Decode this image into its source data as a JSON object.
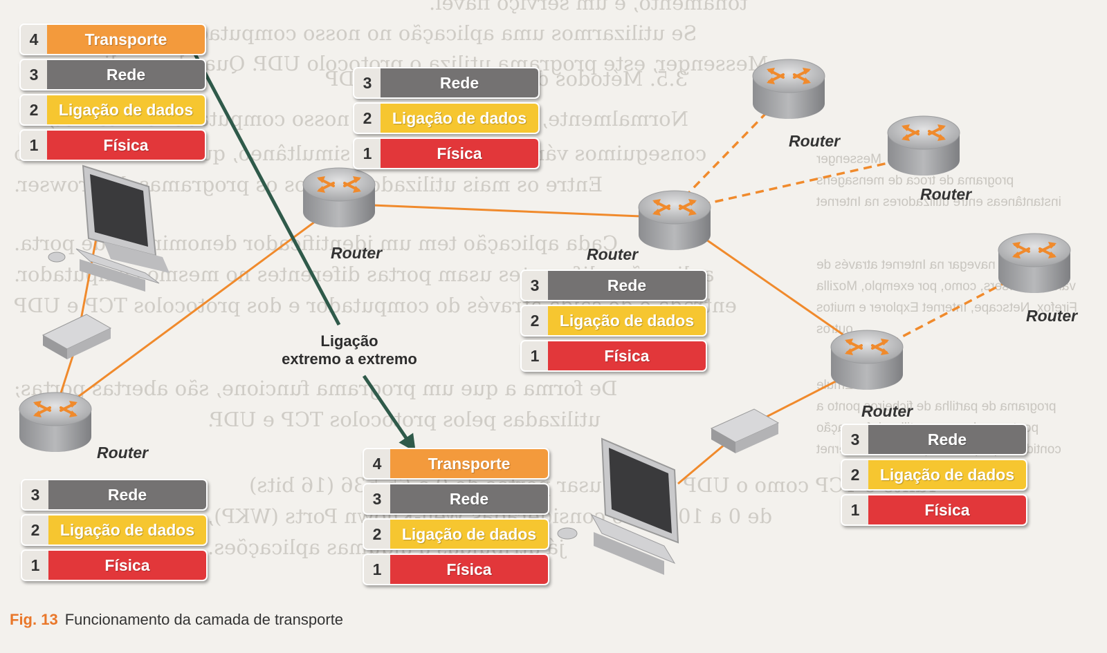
{
  "background_text": [
    "tonamento, é um serviço fiável.",
    "Se utilizarmos uma aplicação no nosso computador do tipo",
    "Messenger, este programa utiliza o protocolo UDP. Quando a apli-",
    "3.5. Métodos de ligação TCP e UDP",
    "Normalmente, quando ligamos o nosso computador à Internet,",
    "conseguimos várias aplicações em simultâneo, que funcionam como",
    "Entre os mais utilizados, temos os programas de browser.",
    "Cada aplicação tem um identificador denominado de porta.",
    "aplicações diferentes usam portas diferentes no mesmo computador.",
    "entrada e de saída através do computador e dos protocolos TCP e UDP",
    "De forma a que um programa funcione, são abertas portas;",
    "utilizadas pelos protocolos TCP e UDP.",
    "Tanto o TCP como o UDP podem usar portas de 0 a 65 536 (16 bits)",
    "de 0 a 1023 são consideradas Well-Known Ports (WKP),",
    "já atribuídas a algumas aplicações."
  ],
  "side_notes": {
    "messenger_title": "Messenger",
    "messenger_text": "programa de troca de mensagens instantâneas entre utilizadores na Internet",
    "browser_text": "forma de navegar na Internet através de vários browsers, como, por exemplo, Mozilla Firefox, Netscape, Internet Explorer e muitos outros",
    "emule_title": "Emule",
    "emule_text": "programa de partilha de ficheiros ponto a ponto usado para partilhar informação contida no próprio computador na Internet"
  },
  "layers": {
    "transport": "Transporte",
    "network": "Rede",
    "datalink": "Ligação de dados",
    "physical": "Física",
    "n4": "4",
    "n3": "3",
    "n2": "2",
    "n1": "1"
  },
  "router_label": "Router",
  "e2e_label_line1": "Ligação",
  "e2e_label_line2": "extremo a extremo",
  "caption": {
    "fig": "Fig. 13",
    "text": "Funcionamento da camada de transporte"
  },
  "colors": {
    "transport": "#f39a3c",
    "network": "#747272",
    "datalink": "#f6c630",
    "physical": "#e2373a",
    "link_line": "#f08a2c",
    "arrow": "#2f5a4a",
    "router_body": "#a9aaac",
    "accent": "#e9772a"
  }
}
